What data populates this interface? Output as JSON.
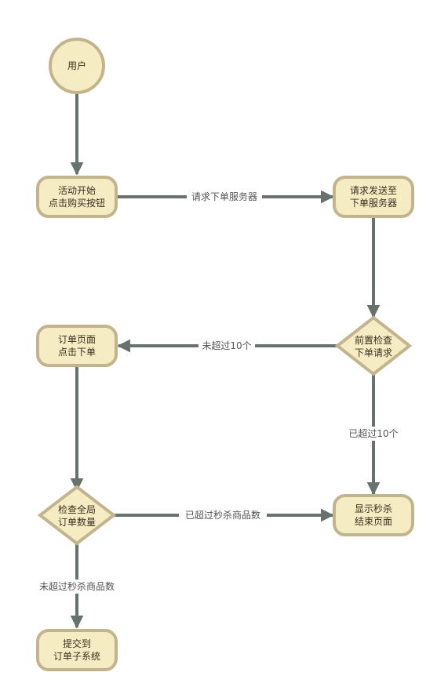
{
  "nodes": {
    "user": {
      "label": "用户"
    },
    "start": {
      "line1": "活动开始",
      "line2": "点击购买按钮"
    },
    "send": {
      "line1": "请求发送至",
      "line2": "下单服务器"
    },
    "precheck": {
      "line1": "前置检查",
      "line2": "下单请求"
    },
    "orderpage": {
      "line1": "订单页面",
      "line2": "点击下单"
    },
    "globalcheck": {
      "line1": "检查全局",
      "line2": "订单数量"
    },
    "showend": {
      "line1": "显示秒杀",
      "line2": "结束页面"
    },
    "submit": {
      "line1": "提交到",
      "line2": "订单子系统"
    }
  },
  "edges": {
    "start_to_send": "请求下单服务器",
    "precheck_to_orderpage": "未超过10个",
    "precheck_to_showend": "已超过10个",
    "globalcheck_to_showend": "已超过秒杀商品数",
    "globalcheck_to_submit": "未超过秒杀商品数"
  },
  "colors": {
    "node_fill": "#f6ecc4",
    "node_stroke": "#c2b48c",
    "edge": "#67726f"
  }
}
